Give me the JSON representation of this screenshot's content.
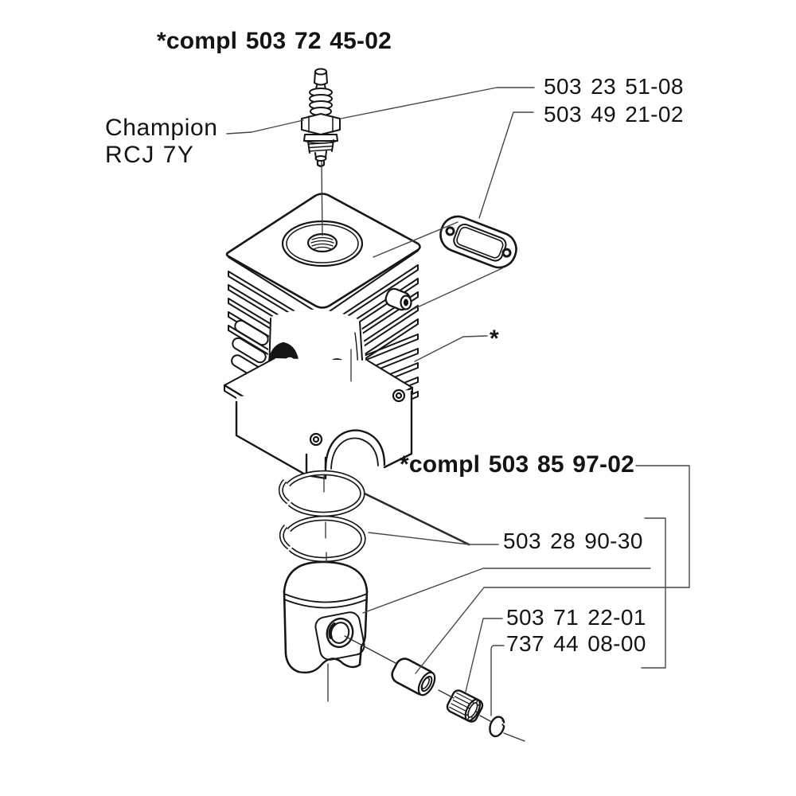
{
  "diagram": {
    "type": "exploded-parts-diagram",
    "subject": "cylinder and piston assembly",
    "colors": {
      "background": "#ffffff",
      "ink": "#161616",
      "leader_line": "#474747"
    },
    "labels": {
      "assembly_top": "*compl 503 72 45-02",
      "spark_plug_brand": "Champion",
      "spark_plug_model": "RCJ 7Y",
      "spark_plug_part": "503 23 51-08",
      "exhaust_gasket_part": "503 49 21-02",
      "cylinder_ref_mark": "*",
      "assembly_piston": "*compl 503 85 97-02",
      "piston_rings_part": "503 28 90-30",
      "bearing_part": "503 71 22-01",
      "retaining_ring_part": "737 44 08-00"
    },
    "parts_pictured": [
      "spark plug",
      "cylinder with cooling fins",
      "exhaust gasket",
      "piston ring (upper)",
      "piston ring (lower)",
      "piston",
      "wrist pin",
      "needle bearing",
      "retaining clip"
    ]
  }
}
